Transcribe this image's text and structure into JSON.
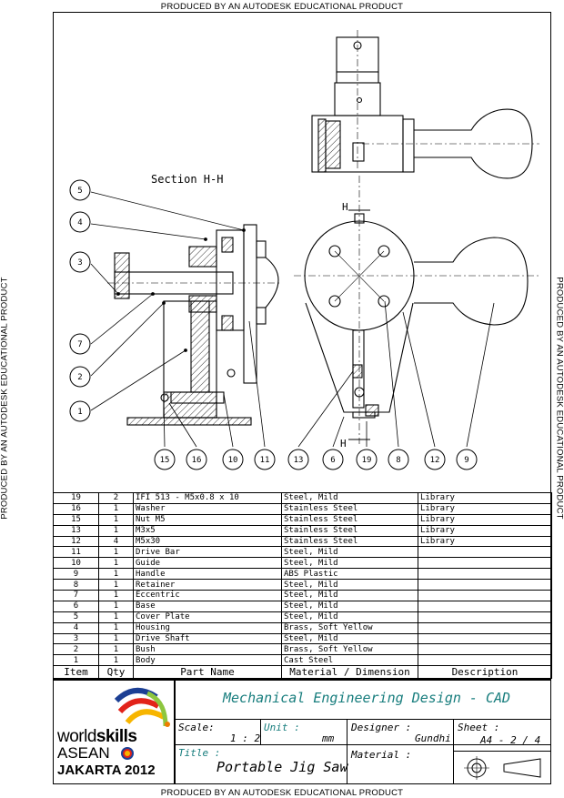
{
  "watermark": "PRODUCED BY AN AUTODESK EDUCATIONAL PRODUCT",
  "section_label": "Section H-H",
  "section_marker": "H",
  "balloons_left": [
    "5",
    "4",
    "3",
    "7",
    "2",
    "1"
  ],
  "balloons_bottom": [
    "15",
    "16",
    "10",
    "11",
    "13",
    "6",
    "19",
    "8",
    "12",
    "9"
  ],
  "bom": {
    "rows": [
      {
        "item": "19",
        "qty": "2",
        "part": "IFI 513 - M5x0.8 x 10",
        "material": "Steel, Mild",
        "desc": "Library"
      },
      {
        "item": "16",
        "qty": "1",
        "part": "Washer",
        "material": "Stainless Steel",
        "desc": "Library"
      },
      {
        "item": "15",
        "qty": "1",
        "part": "Nut M5",
        "material": "Stainless Steel",
        "desc": "Library"
      },
      {
        "item": "13",
        "qty": "1",
        "part": "M3x5",
        "material": "Stainless Steel",
        "desc": "Library"
      },
      {
        "item": "12",
        "qty": "4",
        "part": "M5x30",
        "material": "Stainless Steel",
        "desc": "Library"
      },
      {
        "item": "11",
        "qty": "1",
        "part": "Drive Bar",
        "material": "Steel, Mild",
        "desc": ""
      },
      {
        "item": "10",
        "qty": "1",
        "part": "Guide",
        "material": "Steel, Mild",
        "desc": ""
      },
      {
        "item": "9",
        "qty": "1",
        "part": "Handle",
        "material": "ABS Plastic",
        "desc": ""
      },
      {
        "item": "8",
        "qty": "1",
        "part": "Retainer",
        "material": "Steel, Mild",
        "desc": ""
      },
      {
        "item": "7",
        "qty": "1",
        "part": "Eccentric",
        "material": "Steel, Mild",
        "desc": ""
      },
      {
        "item": "6",
        "qty": "1",
        "part": "Base",
        "material": "Steel, Mild",
        "desc": ""
      },
      {
        "item": "5",
        "qty": "1",
        "part": "Cover Plate",
        "material": "Steel, Mild",
        "desc": ""
      },
      {
        "item": "4",
        "qty": "1",
        "part": "Housing",
        "material": "Brass, Soft Yellow",
        "desc": ""
      },
      {
        "item": "3",
        "qty": "1",
        "part": "Drive Shaft",
        "material": "Steel, Mild",
        "desc": ""
      },
      {
        "item": "2",
        "qty": "1",
        "part": "Bush",
        "material": "Brass, Soft Yellow",
        "desc": ""
      },
      {
        "item": "1",
        "qty": "1",
        "part": "Body",
        "material": "Cast Steel",
        "desc": ""
      }
    ],
    "headers": {
      "item": "Item",
      "qty": "Qty",
      "part": "Part Name",
      "material": "Material / Dimension",
      "desc": "Description"
    }
  },
  "title_block": {
    "course": "Mechanical Engineering Design - CAD",
    "scale_label": "Scale:",
    "scale_value": "1 : 2",
    "unit_label": "Unit :",
    "unit_value": "mm",
    "designer_label": "Designer :",
    "designer_value": "Gundhi",
    "sheet_label": "Sheet :",
    "sheet_value": "A4 - 2 / 4",
    "title_label": "Title :",
    "title_value": "Portable Jig Saw",
    "material_label": "Material :"
  },
  "logo": {
    "line1_a": "world",
    "line1_b": "skills",
    "line2": "ASEAN",
    "line3": "JAKARTA 2012"
  },
  "colors": {
    "teal": "#177d7d",
    "logo_green": "#8dc63f",
    "logo_red": "#e2231a",
    "logo_blue": "#1c3f94",
    "logo_yellow": "#f7b500",
    "logo_orange": "#ef7d00"
  }
}
